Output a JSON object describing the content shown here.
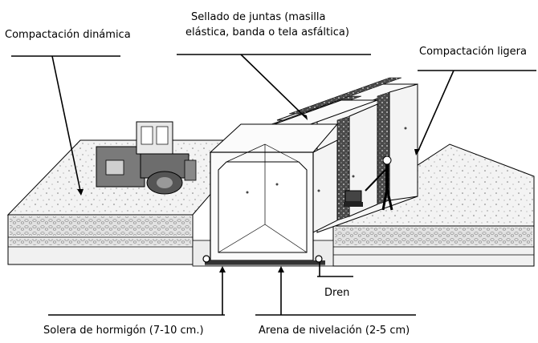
{
  "labels": {
    "compactacion_dinamica": "Compactación dinámica",
    "sellado_line1": "Sellado de juntas (masilla",
    "sellado_line2": "elástica, banda o tela asfáltica)",
    "compactacion_ligera": "Compactación ligera",
    "dren": "Dren",
    "solera": "Solera de hormigón (7-10 cm.)",
    "arena": "Arena de nivelación (2-5 cm)"
  },
  "colors": {
    "concrete_fill": "#f4f4f4",
    "gravel_fill": "#e6e6e6",
    "band_fill": "#d8d8d8",
    "joint_fill": "#555555",
    "line": "#000000"
  },
  "icons": {
    "roller": "compactor-roller-icon",
    "worker": "worker-plate-compactor-icon"
  }
}
